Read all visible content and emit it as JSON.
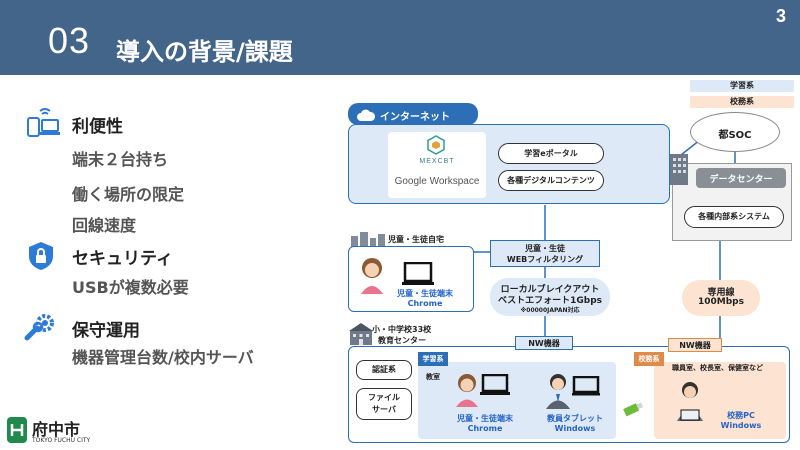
{
  "header": {
    "number": "03",
    "title": "導入の背景/課題",
    "page": "3"
  },
  "left": {
    "categories": [
      {
        "title": "利便性",
        "icon": "devices-icon",
        "items": [
          "端末２台持ち",
          "働く場所の限定",
          "回線速度"
        ]
      },
      {
        "title": "セキュリティ",
        "icon": "shield-lock-icon",
        "items": [
          "USBが複数必要"
        ]
      },
      {
        "title": "保守運用",
        "icon": "wrench-gear-icon",
        "items": [
          "機器管理台数/校内サーバ"
        ]
      }
    ],
    "logo": {
      "name": "府中市",
      "sub": "TOKYO FUCHU CITY"
    }
  },
  "legend": {
    "learning": "学習系",
    "admin": "校務系",
    "learning_color": "#dde9f6",
    "admin_color": "#fde3d2"
  },
  "diagram": {
    "internet": {
      "title": "インターネット",
      "mexcbt": "MEXCBT",
      "gws": "Google Workspace",
      "portal": "学習eポータル",
      "content": "各種デジタルコンテンツ"
    },
    "soc": "都SOC",
    "datacenter": {
      "title": "データセンター",
      "system": "各種内部系システム"
    },
    "home": {
      "title": "児童・生徒自宅",
      "device": "児童・生徒端末",
      "browser": "Chrome"
    },
    "webfilter": {
      "line1": "児童・生徒",
      "line2": "WEBフィルタリング"
    },
    "lbo": {
      "line1": "ローカルブレイクアウト",
      "line2": "ベストエフォート1Gbps",
      "note": "※00000JAPAN対応"
    },
    "dedicated": {
      "line1": "専用線",
      "line2": "100Mbps"
    },
    "school": {
      "title1": "小・中学校33校",
      "title2": "教育センター",
      "nw_left": "NW機器",
      "nw_right": "NW機器"
    },
    "learning": {
      "tag": "学習系",
      "room": "教室",
      "auth": "認証系",
      "file1": "ファイル",
      "file2": "サーバ",
      "student_device": "児童・生徒端末",
      "student_browser": "Chrome",
      "teacher_device": "教員タブレット",
      "teacher_os": "Windows"
    },
    "admin": {
      "tag": "校務系",
      "rooms": "職員室、校長室、保健室など",
      "pc": "校務PC",
      "pc_os": "Windows"
    }
  }
}
